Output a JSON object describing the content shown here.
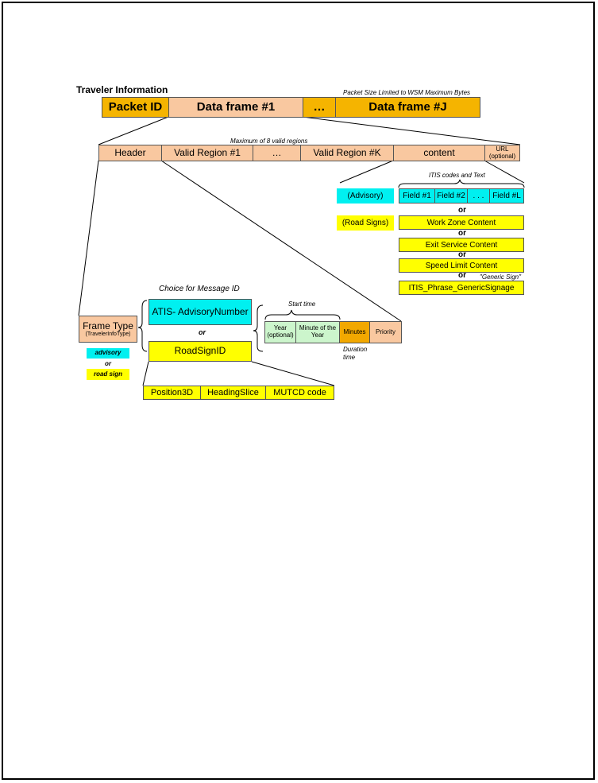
{
  "title": "Traveler Information",
  "packet_note": "Packet Size Limited to WSM Maximum Bytes",
  "row1": {
    "packet_id": "Packet ID",
    "data_frame_1": "Data frame #1",
    "ellipsis": "…",
    "data_frame_j": "Data frame #J"
  },
  "regions_note": "Maximum of 8 valid regions",
  "row2": {
    "header": "Header",
    "valid_region_1": "Valid Region #1",
    "ellipsis": "…",
    "valid_region_k": "Valid Region #K",
    "content": "content",
    "url": "URL",
    "url_optional": "(optional)"
  },
  "content_detail": {
    "itis_note": "ITIS codes and Text",
    "advisory_label": "(Advisory)",
    "road_signs_label": "(Road Signs)",
    "fields": [
      "Field #1",
      "Field #2",
      ". . .",
      "Field #L"
    ],
    "or_text": "or",
    "work_zone": "Work Zone Content",
    "exit_service": "Exit Service Content",
    "speed_limit": "Speed Limit Content",
    "generic_note": "\"Generic Sign\"",
    "generic_signage": "ITIS_Phrase_GenericSignage"
  },
  "header_detail": {
    "frame_type": "Frame Type",
    "frame_type_sub": "(TravelerInfoType)",
    "advisory_tag": "advisory",
    "or_text": "or",
    "road_sign_tag": "road sign",
    "choice_note": "Choice for Message ID",
    "atis": "ATIS- AdvisoryNumber",
    "or_mid": "or",
    "road_sign_id": "RoadSignID",
    "start_time_note": "Start time",
    "year": "Year",
    "year_optional": "(optional)",
    "minute_of_year": "Minute of the Year",
    "minutes": "Minutes",
    "priority": "Priority",
    "duration_note": "Duration time",
    "position3d": "Position3D",
    "heading_slice": "HeadingSlice",
    "mutcd": "MUTCD code"
  }
}
